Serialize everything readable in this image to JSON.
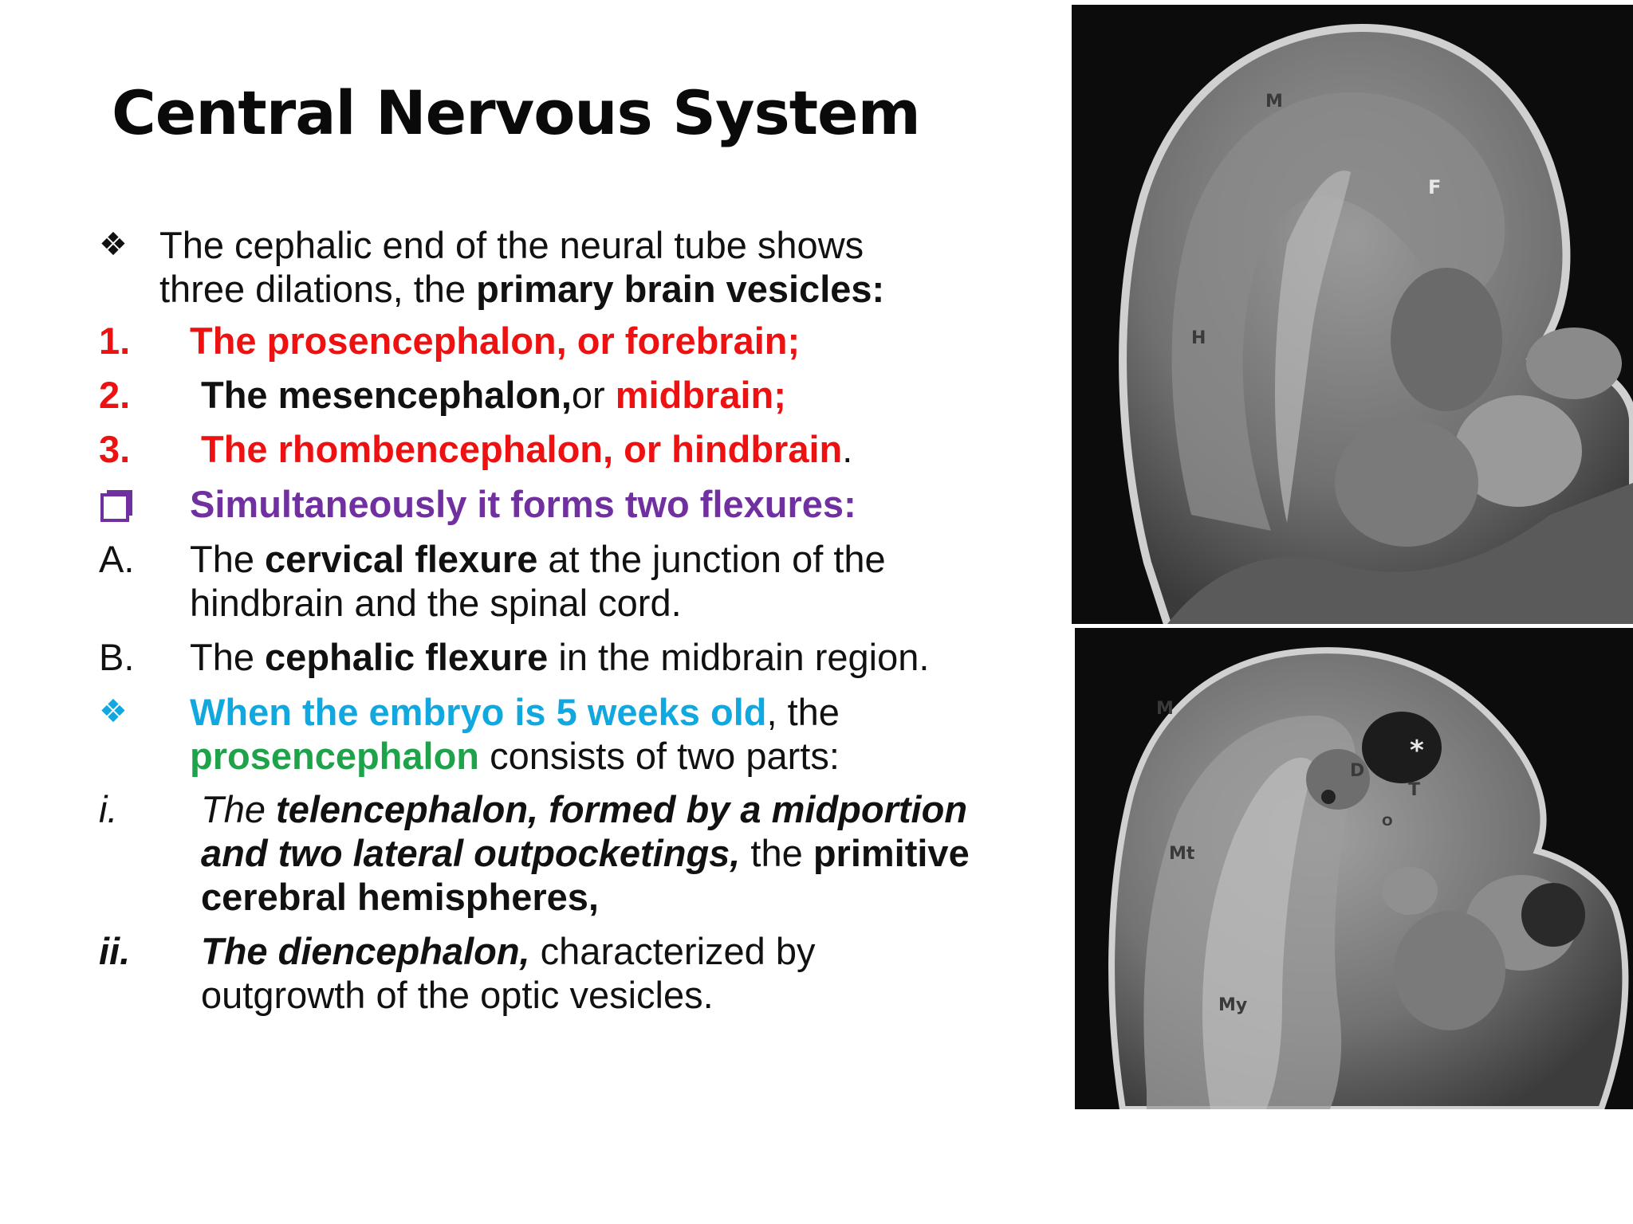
{
  "slide": {
    "title": "Central Nervous System",
    "intro": {
      "marker": "❖",
      "line1": "The cephalic end of the neural tube shows",
      "line2_plain": "three dilations, the ",
      "line2_bold": "primary brain vesicles:"
    },
    "vesicles": [
      {
        "number": "1.",
        "text": "The prosencephalon, or forebrain;"
      },
      {
        "number": "2.",
        "bold_black": "The mesencephalon,",
        "plain": "or ",
        "bold_red": "midbrain;"
      },
      {
        "number": "3.",
        "bold_red": "The rhombencephalon, or hindbrain",
        "plain": "."
      }
    ],
    "flexures": {
      "marker": "❑",
      "heading": "Simultaneously it forms two flexures:",
      "items": [
        {
          "letter": "A.",
          "pre": "The ",
          "bold": "cervical flexure",
          "post": " at the junction of the",
          "line2": "hindbrain and the spinal cord."
        },
        {
          "letter": "B.",
          "pre": "The ",
          "bold": "cephalic flexure",
          "post": " in the midbrain region."
        }
      ]
    },
    "weeks": {
      "marker": "❖",
      "cyan_text": "When the embryo is 5 weeks old",
      "after_cyan": ", the",
      "green_text": "prosencephalon",
      "after_green": " consists of two parts:"
    },
    "parts": [
      {
        "numeral": "i.",
        "line1_italic": "The ",
        "line1_bold_italic": "telencephalon, formed by a midportion",
        "line2_bold_italic": "and two lateral outpocketings,",
        "line2_plain": " the ",
        "line2_bold": "primitive",
        "line3_bold": "cerebral hemispheres,"
      },
      {
        "numeral": "ii.",
        "line1_bold_italic": "The diencephalon,",
        "line1_plain": " characterized by",
        "line2_plain": "outgrowth of the optic vesicles."
      }
    ]
  },
  "images": {
    "top": {
      "labels": [
        "M",
        "F",
        "H"
      ]
    },
    "bottom": {
      "labels": [
        "M",
        "D",
        "T",
        "O",
        "*",
        "Mt",
        "My"
      ]
    }
  },
  "colors": {
    "red": "#ee1111",
    "purple": "#7030a0",
    "cyan": "#11a8e0",
    "green": "#1fa34a",
    "text": "#111111",
    "photo_bg": "#0c0c0c"
  }
}
